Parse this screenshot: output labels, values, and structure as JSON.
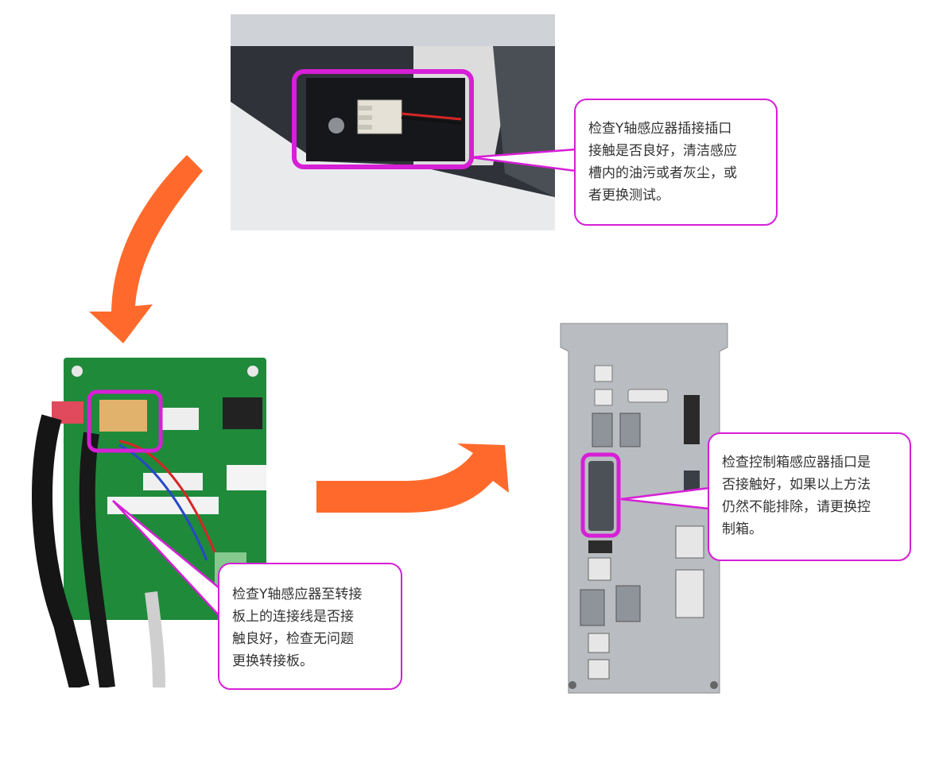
{
  "colors": {
    "accent_magenta": "#d61fd6",
    "arrow_orange": "#ff6a2c",
    "pcb_green": "#1f8a3a",
    "metal_gray": "#b9bcc0",
    "dark_gray": "#3a3f46"
  },
  "photos": {
    "top": "Y-axis sensor plug photo",
    "left": "adapter board photo",
    "right": "control box photo"
  },
  "callouts": {
    "top": "检查Y轴感应器插接插口\n接触是否良好，清洁感应\n槽内的油污或者灰尘，或\n者更换测试。",
    "left": "检查Y轴感应器至转接\n板上的连接线是否接\n触良好，检查无问题\n更换转接板。",
    "right": "检查控制箱感应器插口是\n否接触好，如果以上方法\n仍然不能排除，请更换控\n制箱。"
  },
  "arrows": {
    "first": "curved-arrow-down",
    "second": "curved-arrow-right"
  }
}
